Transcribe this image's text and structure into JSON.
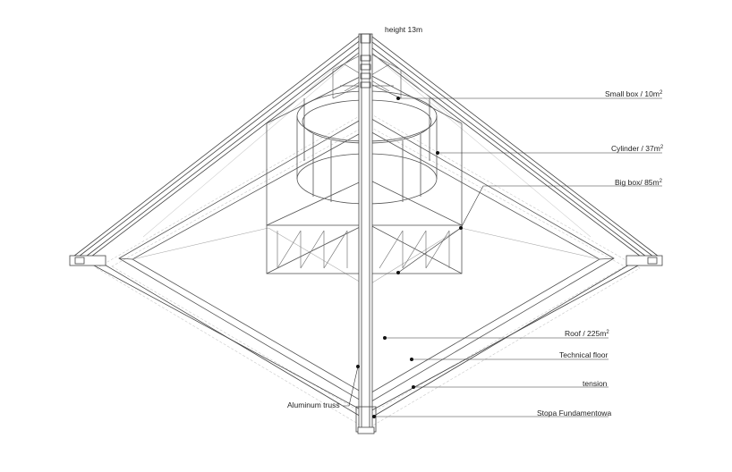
{
  "labels": {
    "height": "height 13m",
    "small_box": "Small box / 10m",
    "cylinder": "Cylinder / 37m",
    "big_box": "Big box/ 85m",
    "roof": "Roof / 225m",
    "technical_floor": "Technical floor",
    "tension": "tension",
    "stopa": "Stopa Fundamentowa",
    "aluminum_truss": "Aluminum truss",
    "sq": "2"
  }
}
